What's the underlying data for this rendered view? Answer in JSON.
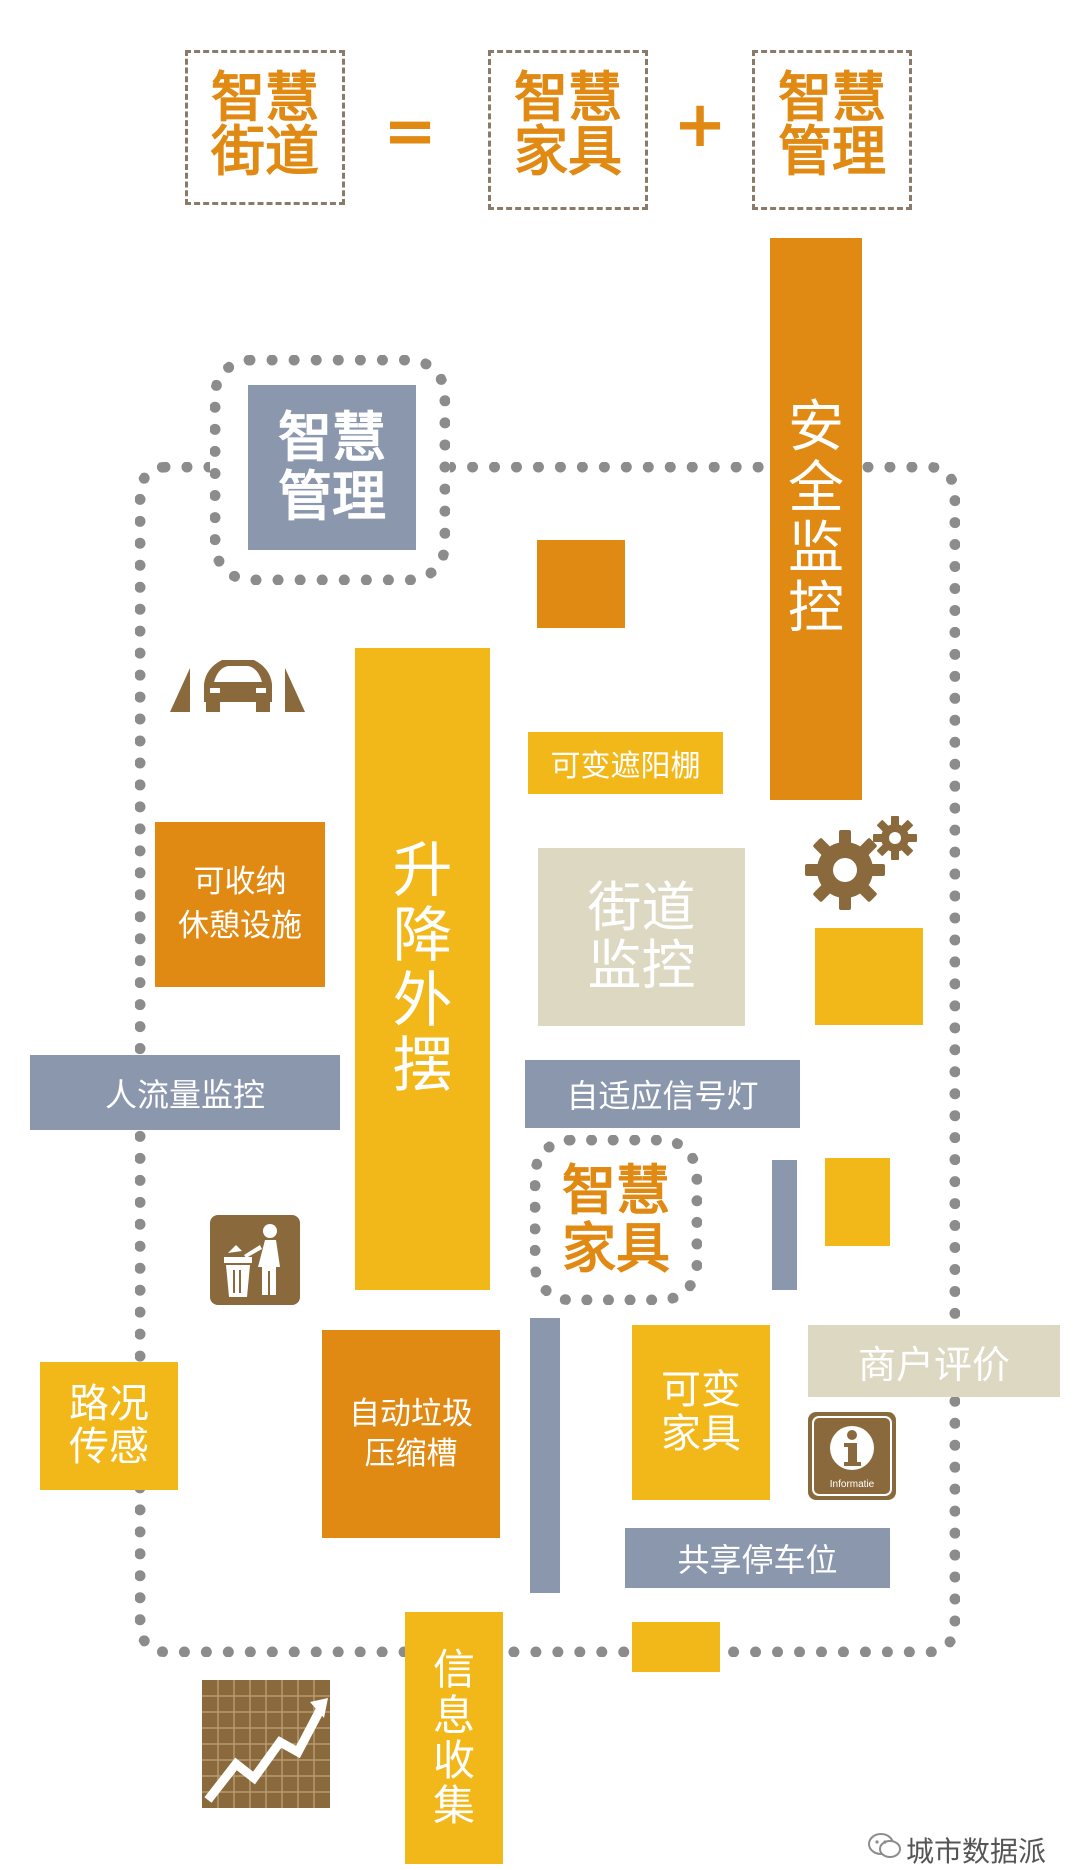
{
  "equation": {
    "left": "智慧\n街道",
    "equals": "=",
    "mid": "智慧\n家具",
    "plus": "+",
    "right": "智慧\n管理"
  },
  "labels": {
    "smart_mgmt": "智慧\n管理",
    "safety": "安全\n监控",
    "sunshade": "可变遮阳棚",
    "lift": "升\n降\n外\n摆",
    "rest": "可收纳\n休憩设施",
    "street_monitor": "街道\n监控",
    "crowd": "人流量监控",
    "signal": "自适应信号灯",
    "smart_furniture": "智慧\n家具",
    "merchant": "商户评价",
    "road": "路况\n传感",
    "trash": "自动垃圾\n压缩槽",
    "variable_furniture": "可变\n家具",
    "info_icon_text": "Informatie",
    "parking": "共享停车位",
    "info_collect": "信\n息\n收\n集",
    "watermark": "城市数据派"
  },
  "icons": [
    "car-icon",
    "gear-icon",
    "trash-bin-icon",
    "information-icon",
    "trend-chart-icon",
    "wechat-icon"
  ],
  "colors": {
    "amber": "#f2b718",
    "orange": "#e08a14",
    "slate": "#8a97ad",
    "beige": "#dcd8c2",
    "brown": "#8a6a3c",
    "dots": "#8c8c8c"
  }
}
